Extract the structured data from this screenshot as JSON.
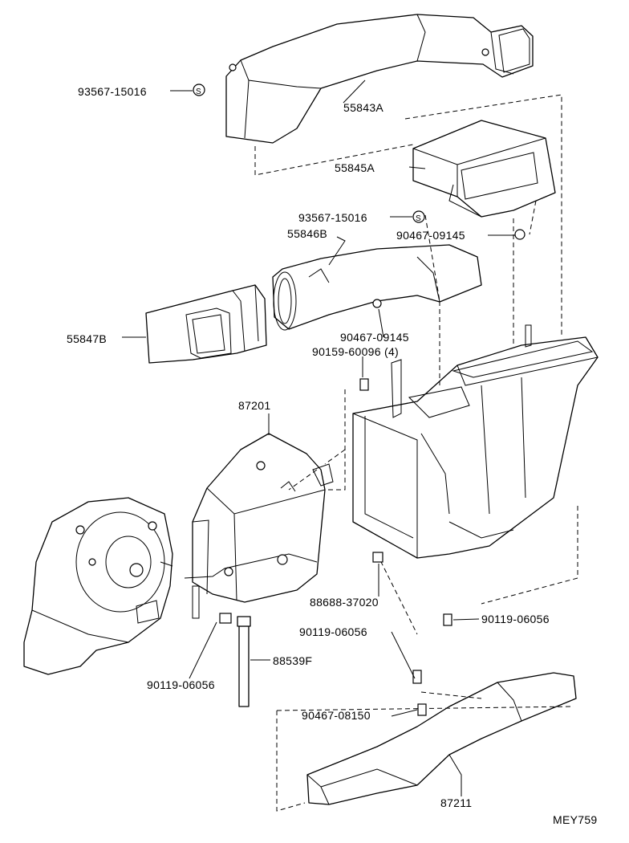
{
  "drawing_code": "MEY759",
  "labels": [
    {
      "id": "l1",
      "text": "93567-15016"
    },
    {
      "id": "l2",
      "text": "55843A"
    },
    {
      "id": "l3",
      "text": "55845A"
    },
    {
      "id": "l4",
      "text": "93567-15016"
    },
    {
      "id": "l5",
      "text": "55846B"
    },
    {
      "id": "l6",
      "text": "90467-09145"
    },
    {
      "id": "l7",
      "text": "55847B"
    },
    {
      "id": "l8",
      "text": "90467-09145"
    },
    {
      "id": "l9",
      "text": "90159-60096 (4)"
    },
    {
      "id": "l10",
      "text": "87201"
    },
    {
      "id": "l11",
      "text": "88688-37020"
    },
    {
      "id": "l12",
      "text": "90119-06056"
    },
    {
      "id": "l13",
      "text": "90119-06056"
    },
    {
      "id": "l14",
      "text": "88539F"
    },
    {
      "id": "l15",
      "text": "90119-06056"
    },
    {
      "id": "l16",
      "text": "90467-08150"
    },
    {
      "id": "l17",
      "text": "87211"
    }
  ],
  "symbols": {
    "s_marker": "S"
  }
}
